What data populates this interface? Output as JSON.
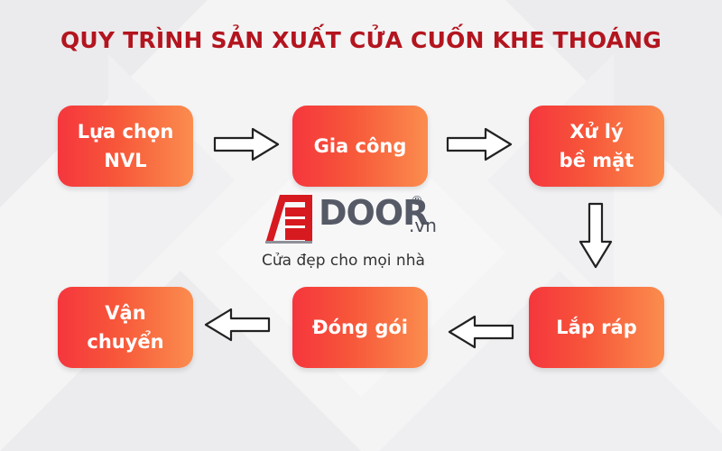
{
  "title": "QUY TRÌNH SẢN XUẤT CỬA CUỐN KHE THOÁNG",
  "steps": [
    {
      "id": "step-lua-chon-nvl",
      "label": "Lựa chọn\nNVL"
    },
    {
      "id": "step-gia-cong",
      "label": "Gia công"
    },
    {
      "id": "step-xu-ly-be-mat",
      "label": "Xử lý\nbề mặt"
    },
    {
      "id": "step-lap-rap",
      "label": "Lắp ráp"
    },
    {
      "id": "step-dong-goi",
      "label": "Đóng gói"
    },
    {
      "id": "step-van-chuyen",
      "label": "Vận\nchuyển"
    }
  ],
  "logo": {
    "brand": "DOOR",
    "domain_suffix": ".vn",
    "registered_mark": "®",
    "tagline": "Cửa đẹp cho mọi nhà"
  },
  "colors": {
    "title": "#b3151e",
    "step_gradient_start": "#f5363d",
    "step_gradient_end": "#fb8d4e",
    "logo_red": "#d71920",
    "logo_gray": "#555a66"
  }
}
